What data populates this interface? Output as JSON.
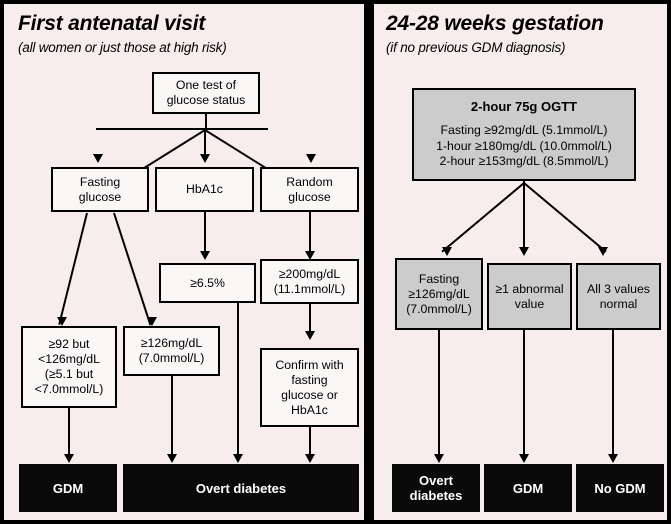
{
  "colors": {
    "panel_background": "#f7eded",
    "node_white": "#fbf7f7",
    "node_gray": "#cccccc",
    "node_black": "#0a0a0a",
    "text_on_black": "#ffffff",
    "stroke": "#000000"
  },
  "panels": {
    "left": {
      "title": "First antenatal visit",
      "subtitle": "(all women or just those at high risk)",
      "nodes": {
        "entry": "One test of\nglucose status",
        "test_fasting": "Fasting\nglucose",
        "test_hba1c": "HbA1c",
        "test_random": "Random\nglucose",
        "hba1c_threshold": "≥6.5%",
        "random_threshold": "≥200mg/dL\n(11.1mmol/L)",
        "fasting_gdm_range": "≥92 but\n<126mg/dL\n(≥5.1 but\n<7.0mmol/L)",
        "fasting_overt": "≥126mg/dL\n(7.0mmol/L)",
        "confirm": "Confirm with\nfasting\nglucose or\nHbA1c",
        "outcome_gdm": "GDM",
        "outcome_overt": "Overt diabetes"
      }
    },
    "right": {
      "title": "24-28 weeks gestation",
      "subtitle": "(if no previous GDM diagnosis)",
      "nodes": {
        "ogtt_heading": "2-hour 75g OGTT",
        "ogtt_criteria_1": "Fasting ≥92mg/dL (5.1mmol/L)",
        "ogtt_criteria_2": "1-hour ≥180mg/dL (10.0mmol/L)",
        "ogtt_criteria_3": "2-hour ≥153mg/dL (8.5mmol/L)",
        "result_fasting": "Fasting\n≥126mg/dL\n(7.0mmol/L)",
        "result_abnormal": "≥1 abnormal\nvalue",
        "result_normal": "All 3 values\nnormal",
        "outcome_overt": "Overt\ndiabetes",
        "outcome_gdm": "GDM",
        "outcome_no_gdm": "No GDM"
      }
    }
  }
}
